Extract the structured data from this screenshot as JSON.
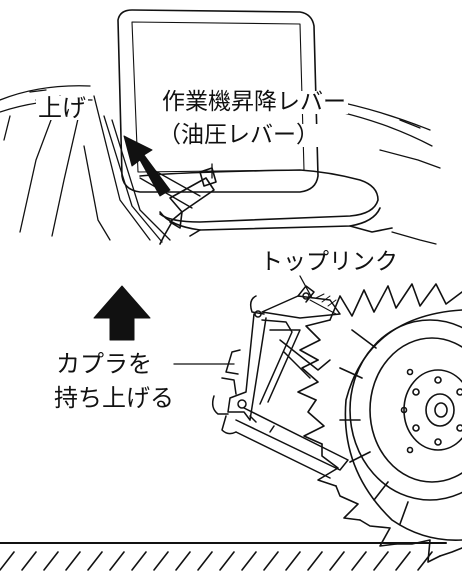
{
  "labels": {
    "lift_up": "上げ",
    "lever_name": "作業機昇降レバー",
    "lever_sub": "（油圧レバー）",
    "top_link": "トップリンク",
    "coupler_line1": "カプラを",
    "coupler_line2": "持ち上げる"
  },
  "icons": {
    "seat": "seat-illustration",
    "lever": "lever-illustration",
    "tractor": "rear-wheel-illustration",
    "up_arrow": "up-arrow-icon",
    "ground": "ground-hatch"
  },
  "colors": {
    "ink": "#111111",
    "background": "#ffffff"
  }
}
